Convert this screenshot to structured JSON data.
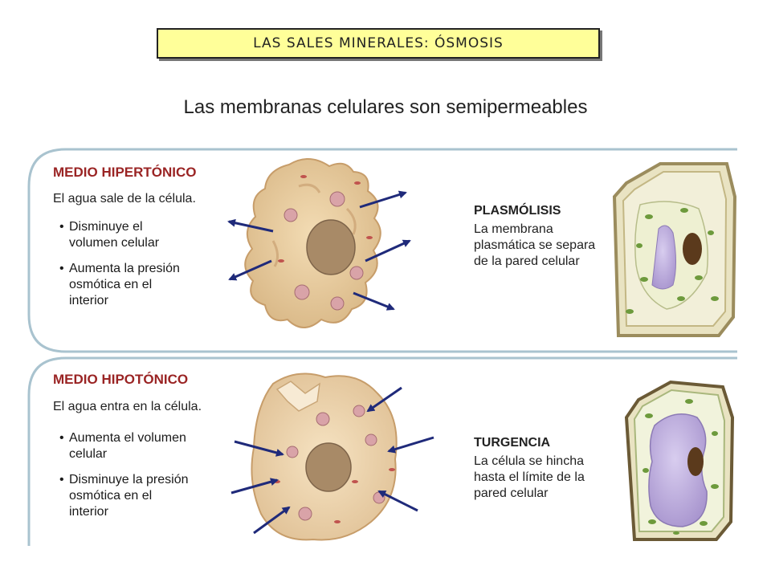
{
  "title": "LAS SALES MINERALES: ÓSMOSIS",
  "subtitle": "Las membranas celulares son semipermeables",
  "hypertonic": {
    "heading": "MEDIO HIPERTÓNICO",
    "intro": "El agua sale de la célula.",
    "bullets": [
      "Disminuye el volumen celular",
      "Aumenta la presión osmótica en el interior"
    ],
    "term": "PLASMÓLISIS",
    "term_text": "La membrana plasmática se separa de la pared celular"
  },
  "hypotonic": {
    "heading": "MEDIO HIPOTÓNICO",
    "intro": "El agua entra en la célula.",
    "bullets": [
      "Aumenta el volumen celular",
      "Disminuye la presión osmótica en el interior"
    ],
    "term": "TURGENCIA",
    "term_text": "La célula se hincha hasta el límite de la pared celular"
  },
  "colors": {
    "heading": "#9a2424",
    "title_bg": "#ffff99",
    "arrow": "#1f2a7a",
    "frame": "#a9c3cf",
    "cell_tan": "#e8cfa4",
    "vacuole": "#b9a6d6",
    "chloroplast": "#6d9a3c"
  }
}
